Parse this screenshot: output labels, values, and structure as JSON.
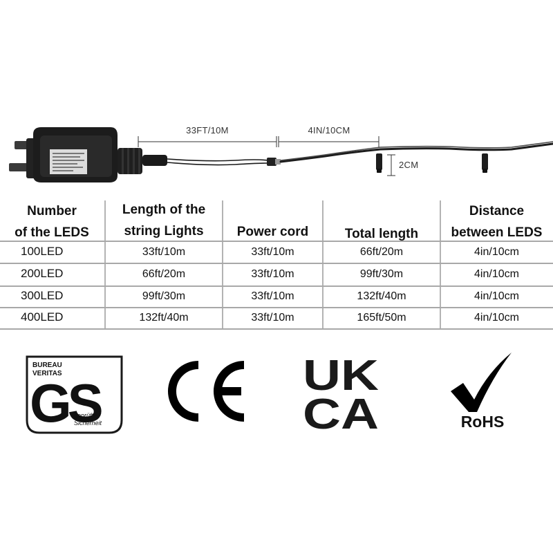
{
  "diagram": {
    "string_length_label": "33FT/10M",
    "spacing_label": "4IN/10CM",
    "wire_length_label": "2CM"
  },
  "table": {
    "headers": [
      [
        "Number",
        "of the LEDS"
      ],
      [
        "Length of the",
        "string Lights"
      ],
      [
        "",
        "Power cord"
      ],
      [
        "",
        "Total length"
      ],
      [
        "Distance",
        "between LEDS"
      ]
    ],
    "rows": [
      [
        "100LED",
        "33ft/10m",
        "33ft/10m",
        "66ft/20m",
        "4in/10cm"
      ],
      [
        "200LED",
        "66ft/20m",
        "33ft/10m",
        "99ft/30m",
        "4in/10cm"
      ],
      [
        "300LED",
        "99ft/30m",
        "33ft/10m",
        "132ft/40m",
        "4in/10cm"
      ],
      [
        "400LED",
        "132ft/40m",
        "33ft/10m",
        "165ft/50m",
        "4in/10cm"
      ]
    ]
  },
  "logos": {
    "gs": {
      "top_text": [
        "BUREAU",
        "VERITAS"
      ],
      "mark": "GS",
      "caption": [
        "geprüfte",
        "Sicherheit"
      ]
    },
    "ce": {
      "mark": "CE"
    },
    "ukca": {
      "line1": "UK",
      "line2": "CA"
    },
    "rohs": {
      "text": "RoHS",
      "icon": "checkmark-icon"
    }
  }
}
